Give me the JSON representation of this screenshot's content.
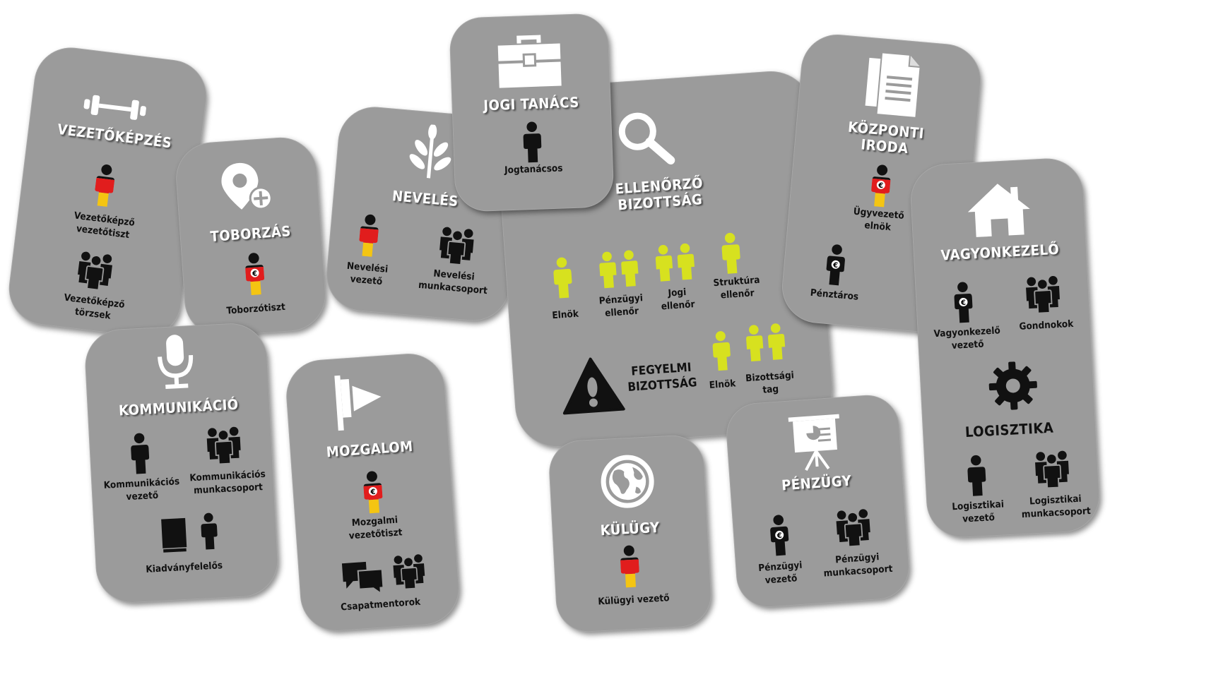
{
  "colors": {
    "card": "#9b9b9b",
    "yellow_person": "#d7e11f",
    "red": "#e11d1d",
    "flag_yellow": "#f4c512"
  },
  "cards": {
    "vezetokepzes": {
      "title": "VEZETŐKÉPZÉS",
      "roles": [
        "Vezetőképző\nvezetőtiszt",
        "Vezetőképző\ntörzsek"
      ]
    },
    "toborzas": {
      "title": "TOBORZÁS",
      "roles": [
        "Toborzótiszt"
      ]
    },
    "neveles": {
      "title": "NEVELÉS",
      "roles": [
        "Nevelési\nvezető",
        "Nevelési\nmunkacsoport"
      ]
    },
    "jogi_tanacs": {
      "title": "JOGI TANÁCS",
      "roles": [
        "Jogtanácsos"
      ]
    },
    "ellenorzo": {
      "title": "ELLENŐRZŐ\nBIZOTTSÁG",
      "roles": [
        "Elnök",
        "Pénzügyi\nellenőr",
        "Jogi\nellenőr",
        "Struktúra\nellenőr"
      ],
      "fegyelmi_title": "FEGYELMI\nBIZOTTSÁG",
      "fegyelmi_roles": [
        "Elnök",
        "Bizottsági\ntag"
      ]
    },
    "kozponti_iroda": {
      "title": "KÖZPONTI\nIRODA",
      "roles": [
        "Ügyvezető\nelnök",
        "Pénztáros"
      ]
    },
    "vagyonkezelo": {
      "title": "VAGYONKEZELŐ",
      "roles": [
        "Vagyonkezelő\nvezető",
        "Gondnokok"
      ],
      "logisztika_title": "LOGISZTIKA",
      "logisztika_roles": [
        "Logisztikai\nvezető",
        "Logisztikai\nmunkacsoport"
      ]
    },
    "kommunikacio": {
      "title": "KOMMUNIKÁCIÓ",
      "roles": [
        "Kommunikációs\nvezető",
        "Kommunikációs\nmunkacsoport",
        "Kiadványfelelős"
      ]
    },
    "mozgalom": {
      "title": "MOZGALOM",
      "roles": [
        "Mozgalmi\nvezetőtiszt",
        "Csapatmentorok"
      ]
    },
    "kulugy": {
      "title": "KÜLÜGY",
      "roles": [
        "Külügyi vezető"
      ]
    },
    "penzugy": {
      "title": "PÉNZÜGY",
      "roles": [
        "Pénzügyi\nvezető",
        "Pénzügyi\nmunkacsoport"
      ]
    }
  }
}
